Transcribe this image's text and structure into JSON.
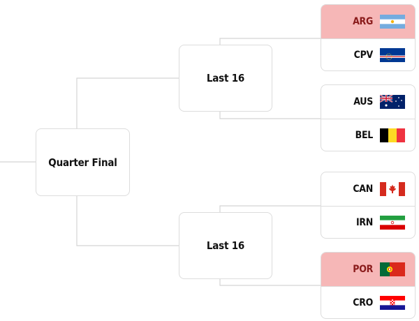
{
  "rounds": {
    "quarter_final": "Quarter Final",
    "last16_top": "Last 16",
    "last16_bottom": "Last 16"
  },
  "matches": [
    {
      "teams": [
        {
          "code": "ARG",
          "flag": "argentina-flag-icon",
          "winner": true
        },
        {
          "code": "CPV",
          "flag": "cape-verde-flag-icon",
          "winner": false
        }
      ]
    },
    {
      "teams": [
        {
          "code": "AUS",
          "flag": "australia-flag-icon",
          "winner": false
        },
        {
          "code": "BEL",
          "flag": "belgium-flag-icon",
          "winner": false
        }
      ]
    },
    {
      "teams": [
        {
          "code": "CAN",
          "flag": "canada-flag-icon",
          "winner": false
        },
        {
          "code": "IRN",
          "flag": "iran-flag-icon",
          "winner": false
        }
      ]
    },
    {
      "teams": [
        {
          "code": "POR",
          "flag": "portugal-flag-icon",
          "winner": true
        },
        {
          "code": "CRO",
          "flag": "croatia-flag-icon",
          "winner": false
        }
      ]
    }
  ],
  "colors": {
    "winner_highlight": "#f6b7b7",
    "connector": "#d4d4d4",
    "border": "#dcdcdc"
  }
}
